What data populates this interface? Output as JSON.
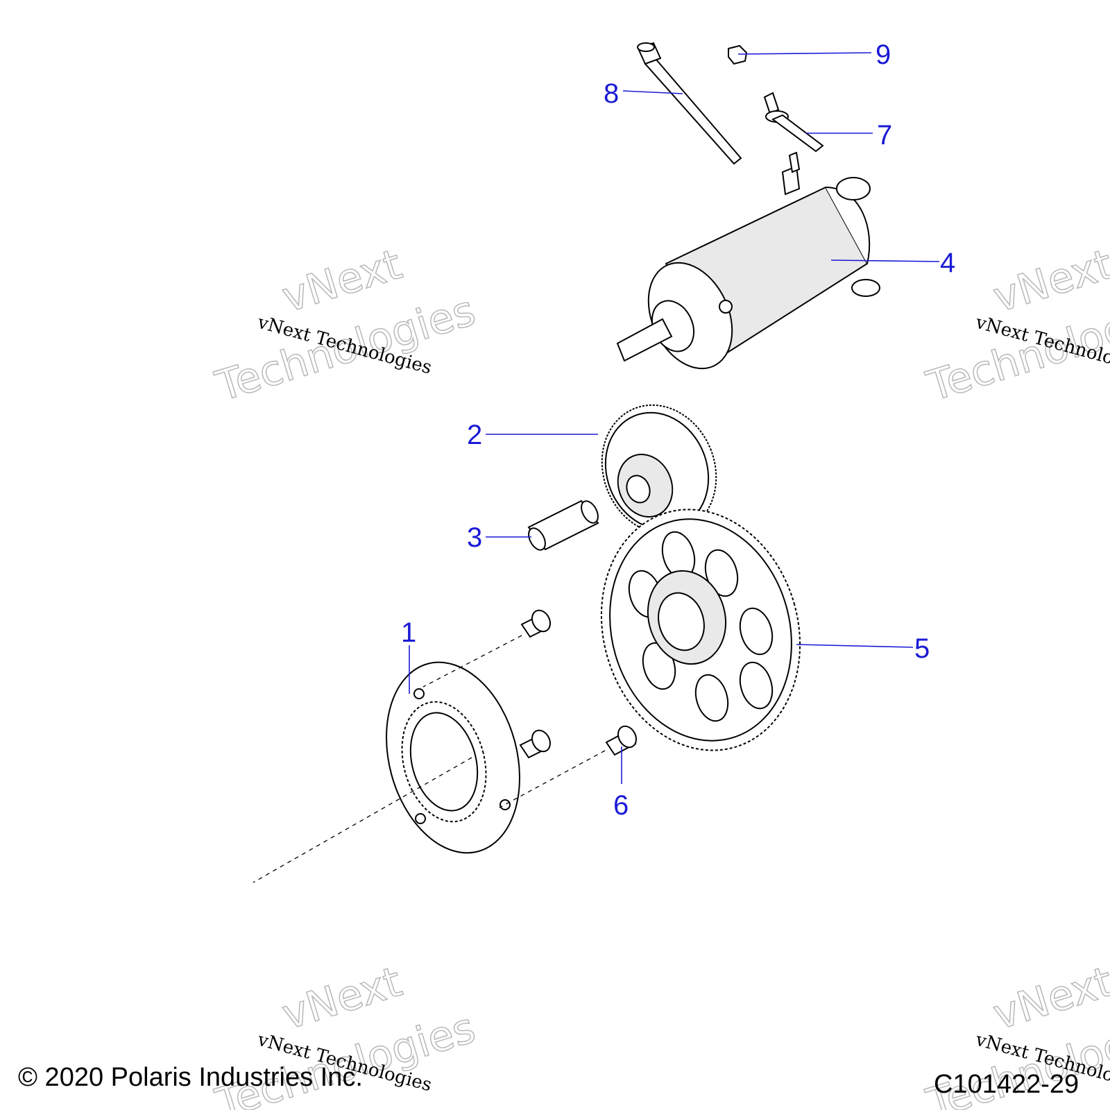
{
  "callouts": {
    "c1": "1",
    "c2": "2",
    "c3": "3",
    "c4": "4",
    "c5": "5",
    "c6": "6",
    "c7": "7",
    "c8": "8",
    "c9": "9"
  },
  "watermark": {
    "script_text": "vNext Technologies",
    "outline_line1": "vNext",
    "outline_line2": "Technologies"
  },
  "footer": {
    "copyright": "© 2020 Polaris Industries Inc.",
    "drawing_number": "C101422-29"
  },
  "colors": {
    "callout_blue": "#1a1ad6",
    "watermark_gray": "#b8b8b8"
  }
}
